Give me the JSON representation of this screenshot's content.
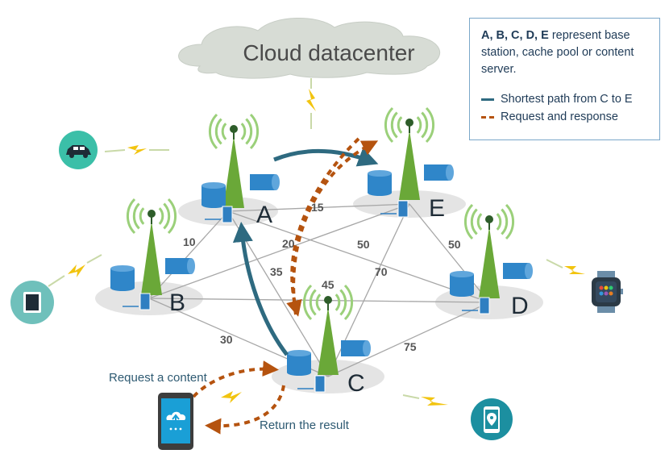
{
  "cloud": {
    "label": "Cloud datacenter"
  },
  "legend": {
    "nodes_bold": "A, B, C, D, E",
    "nodes_text": " represent base station, cache pool or content server.",
    "shortest_path": "Shortest path from C to E",
    "request_response": "Request and response"
  },
  "nodes": {
    "A": "A",
    "B": "B",
    "C": "C",
    "D": "D",
    "E": "E"
  },
  "edges": {
    "AB": "10",
    "AE": "15",
    "BE": "20",
    "AC": "35",
    "AD": "50",
    "BD": "45",
    "CE": "70",
    "DE": "50",
    "BC": "30",
    "CD": "75"
  },
  "annotations": {
    "request": "Request a content",
    "return": "Return the result"
  },
  "colors": {
    "tower": "#6aa838",
    "signal": "#9bd07a",
    "storage": "#2f86c9",
    "path": "#2e6a80",
    "request": "#b5530f",
    "lightning": "#f2c40f",
    "edge": "#a7a7a7",
    "device_teal": "#3bbfa8"
  }
}
